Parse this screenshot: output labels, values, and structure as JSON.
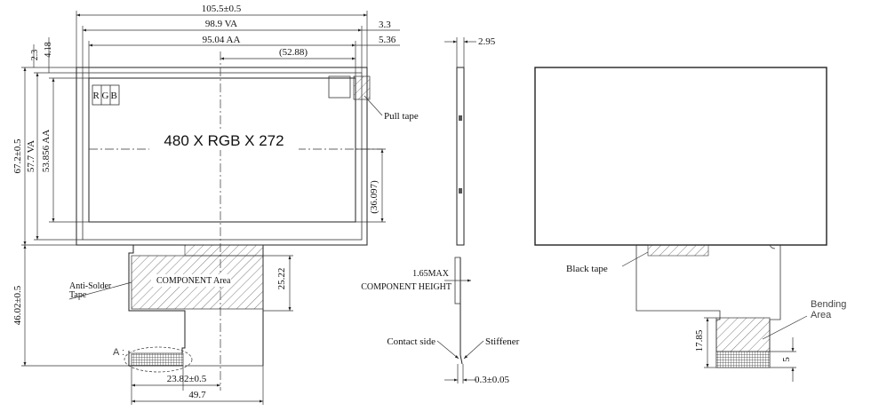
{
  "front_view": {
    "dims": {
      "overall_width": "105.5±0.5",
      "va_width": "98.9 VA",
      "aa_width": "95.04 AA",
      "aa_half_width": "(52.88)",
      "right_offset_1": "3.3",
      "right_offset_2": "5.36",
      "top_offset_1": "2.3",
      "top_offset_2": "4.18",
      "overall_height": "67.2±0.5",
      "va_height": "57.7 VA",
      "aa_height": "53.856 AA",
      "aa_half_height": "(36.097)",
      "fpc_length": "46.02±0.5",
      "component_height_dim": "25.22",
      "connector_width": "23.82±0.5",
      "fpc_width": "49.7"
    },
    "resolution": "480 X RGB X 272",
    "rgb": [
      "R",
      "G",
      "B"
    ],
    "labels": {
      "pull_tape": "Pull tape",
      "anti_solder_line1": "Anti-Solder",
      "anti_solder_line2": "Tape",
      "component_area": "COMPONENT Area",
      "detail_a": "A"
    }
  },
  "side_view": {
    "thickness": "2.95",
    "component_height_value": "1.65MAX",
    "component_height_label": "COMPONENT HEIGHT",
    "contact_side": "Contact side",
    "stiffener": "Stiffener",
    "stiffener_thickness": "0.3±0.05"
  },
  "back_view": {
    "black_tape": "Black tape",
    "bending_line1": "Bending",
    "bending_line2": "Area",
    "dim_1": "17.85",
    "dim_2": "5"
  }
}
